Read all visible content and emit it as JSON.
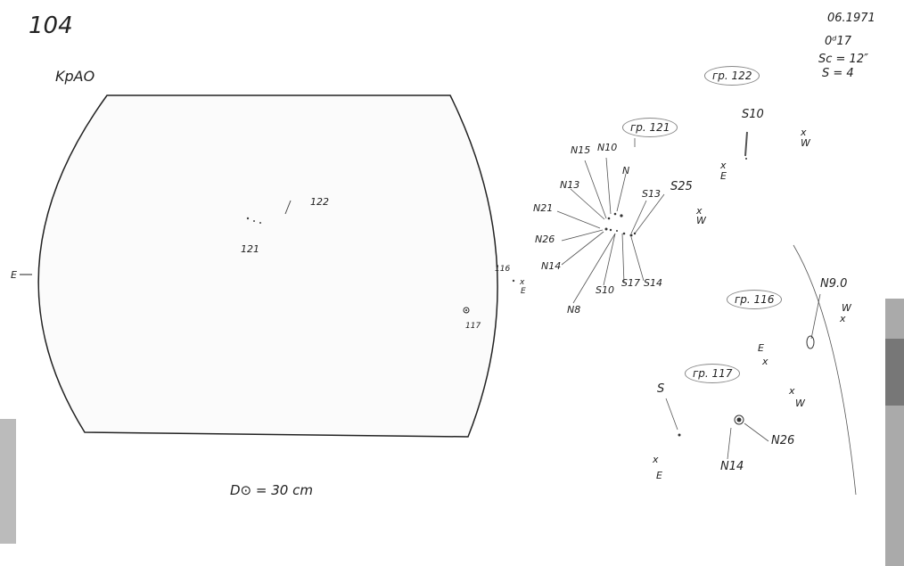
{
  "sheet": {
    "number": "104",
    "observatory": "KpAO",
    "date": "06.1971",
    "time": "0ᵈ17",
    "sc": "Sc = 12″",
    "s": "S = 4",
    "diameter_note": "D⊙ = 30 cm"
  },
  "disk": {
    "east_label": "E",
    "groups": [
      "122",
      "121",
      "116",
      "117"
    ],
    "limb_labels": [
      "E",
      "x"
    ]
  },
  "detail_121": {
    "title": "гр. 121",
    "labels": [
      "N15",
      "N10",
      "N",
      "N13",
      "N21",
      "N26",
      "N14",
      "N8",
      "S10",
      "S17",
      "S14",
      "S13",
      "S25"
    ],
    "orient": [
      "x",
      "W"
    ]
  },
  "detail_122": {
    "title": "гр. 122",
    "labels": [
      "S10"
    ],
    "orient_e": [
      "x",
      "E"
    ],
    "orient_w": [
      "x",
      "W"
    ]
  },
  "detail_116": {
    "title": "гр. 116",
    "labels": [
      "N9.0"
    ],
    "orient_e": [
      "E",
      "x"
    ],
    "orient_w": [
      "W",
      "x"
    ],
    "orient_w2": [
      "x",
      "W"
    ]
  },
  "detail_117": {
    "title": "гр. 117",
    "labels": [
      "S",
      "N14",
      "N26"
    ],
    "orient_e": [
      "x",
      "E"
    ]
  }
}
